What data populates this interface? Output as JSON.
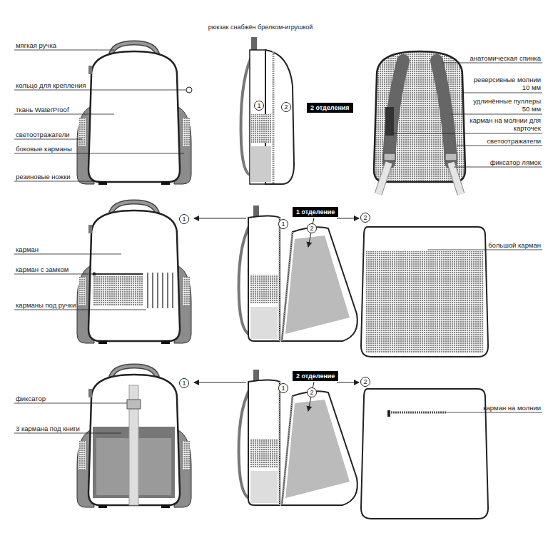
{
  "diagram": {
    "title": "рюкзак снабжён брелком-игрушкой",
    "nodes": [
      {
        "text": [
          "1"
        ]
      },
      {
        "text": [
          "2"
        ]
      },
      {
        "text": [
          "2 отделения"
        ]
      },
      {
        "text": [
          "1"
        ]
      },
      {
        "text": [
          "1 отделение"
        ]
      },
      {
        "text": [
          "1"
        ]
      },
      {
        "text": [
          "2"
        ]
      },
      {
        "text": [
          "2"
        ]
      },
      {
        "text": [
          "1"
        ]
      },
      {
        "text": [
          "2 отделение"
        ]
      },
      {
        "text": [
          "1"
        ]
      },
      {
        "text": [
          "2"
        ]
      },
      {
        "text": [
          "2"
        ]
      }
    ],
    "labels": [
      "мягкая ручка",
      "кольцо для крепления",
      "ткань WaterProof",
      "светоотражатели",
      "боковые карманы",
      "резиновые ножки",
      "анатомическая спинка",
      "реверсивные молнии 10 мм",
      "удлинённые пуллеры 50 мм",
      "карман на молнии для карточек",
      "светоотражатели",
      "фиксатор лямок",
      "карман",
      "карман с замком",
      "карманы под ручки",
      "большой карман",
      "фиксатор",
      "3 кармана под книги",
      "карман на молнии"
    ]
  }
}
